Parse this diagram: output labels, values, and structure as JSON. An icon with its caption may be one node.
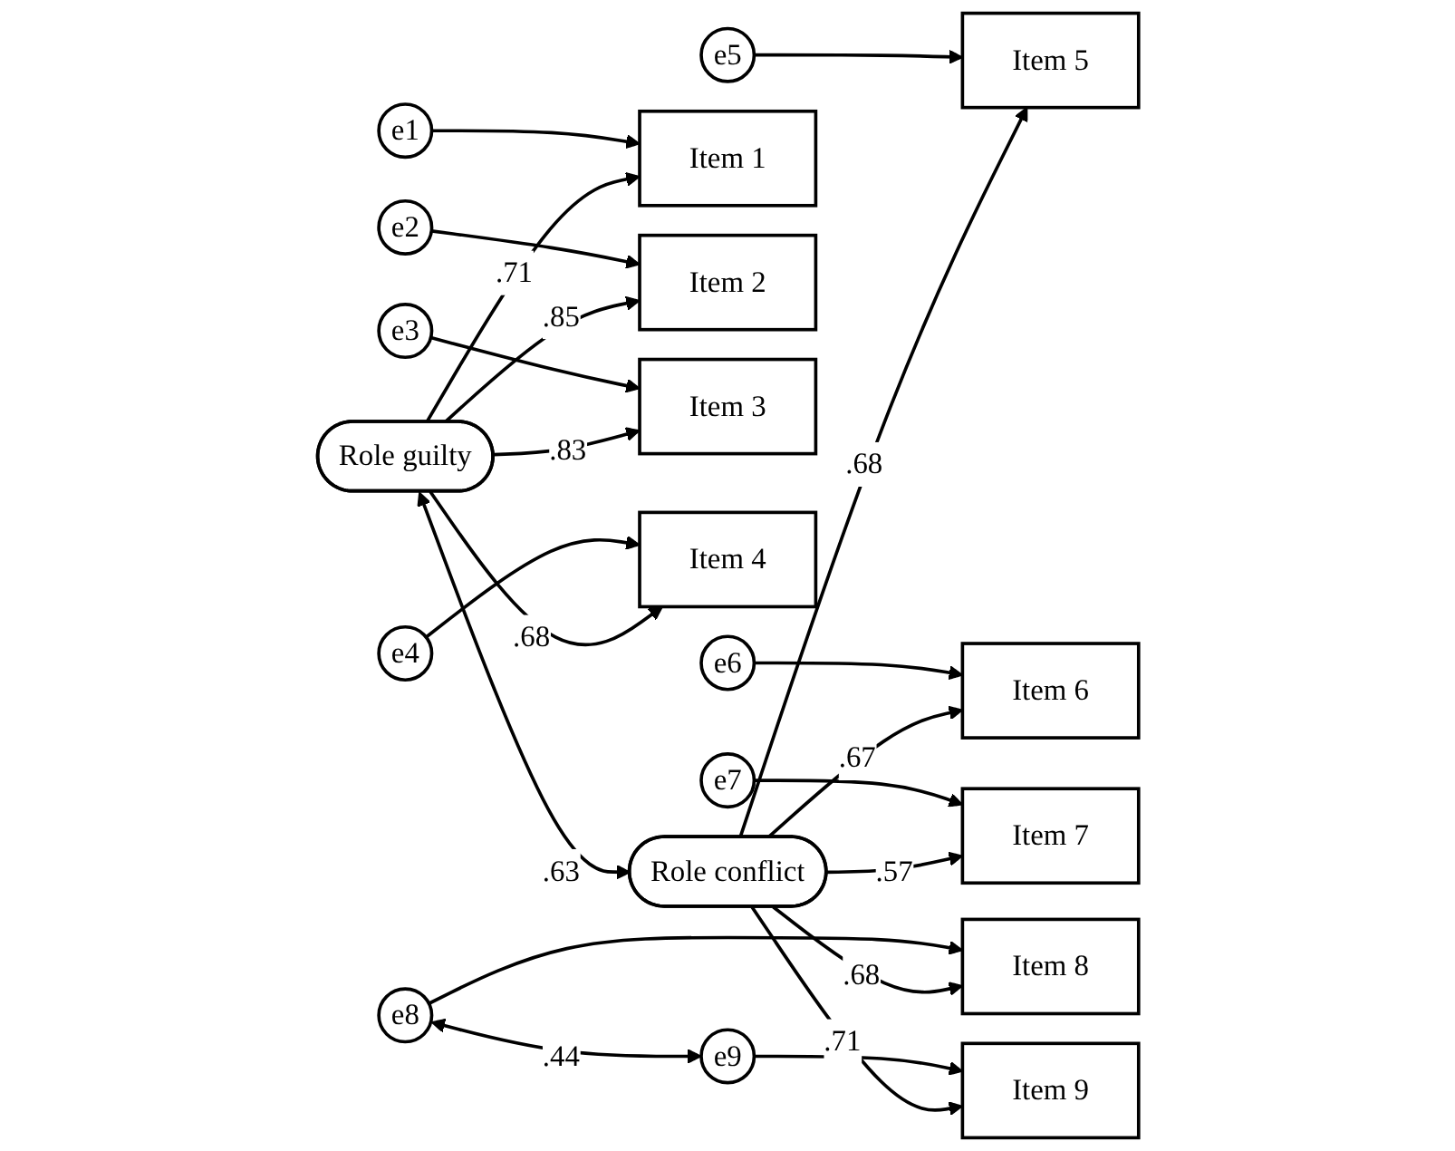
{
  "diagram": {
    "nodes": [
      {
        "text": [
          "Role guilty"
        ]
      },
      {
        "text": [
          "Role conflict"
        ]
      },
      {
        "text": [
          "Item 1"
        ]
      },
      {
        "text": [
          "Item 2"
        ]
      },
      {
        "text": [
          "Item 3"
        ]
      },
      {
        "text": [
          "Item 4"
        ]
      },
      {
        "text": [
          "Item 5"
        ]
      },
      {
        "text": [
          "Item 6"
        ]
      },
      {
        "text": [
          "Item 7"
        ]
      },
      {
        "text": [
          "Item 8"
        ]
      },
      {
        "text": [
          "Item 9"
        ]
      },
      {
        "text": [
          "e1"
        ]
      },
      {
        "text": [
          "e2"
        ]
      },
      {
        "text": [
          "e3"
        ]
      },
      {
        "text": [
          "e4"
        ]
      },
      {
        "text": [
          "e5"
        ]
      },
      {
        "text": [
          "e6"
        ]
      },
      {
        "text": [
          "e7"
        ]
      },
      {
        "text": [
          "e8"
        ]
      },
      {
        "text": [
          "e9"
        ]
      }
    ],
    "edges": [
      {
        "from": 0,
        "to": 2,
        "arrow": "to",
        "label": ".71"
      },
      {
        "from": 0,
        "to": 3,
        "arrow": "to",
        "label": ".85"
      },
      {
        "from": 0,
        "to": 4,
        "arrow": "to",
        "label": ".83"
      },
      {
        "from": 0,
        "to": 5,
        "arrow": "to",
        "label": ".68"
      },
      {
        "from": 0,
        "to": 1,
        "arrow": "both",
        "label": ".63"
      },
      {
        "from": 1,
        "to": 6,
        "arrow": "to",
        "label": ".68"
      },
      {
        "from": 1,
        "to": 7,
        "arrow": "to",
        "label": ".67"
      },
      {
        "from": 1,
        "to": 8,
        "arrow": "to",
        "label": ".57"
      },
      {
        "from": 1,
        "to": 9,
        "arrow": "to",
        "label": ".68"
      },
      {
        "from": 1,
        "to": 10,
        "arrow": "to",
        "label": ".71"
      },
      {
        "from": 11,
        "to": 2,
        "arrow": "to"
      },
      {
        "from": 12,
        "to": 3,
        "arrow": "to"
      },
      {
        "from": 13,
        "to": 4,
        "arrow": "to"
      },
      {
        "from": 14,
        "to": 5,
        "arrow": "to"
      },
      {
        "from": 15,
        "to": 6,
        "arrow": "to"
      },
      {
        "from": 16,
        "to": 7,
        "arrow": "to"
      },
      {
        "from": 17,
        "to": 8,
        "arrow": "to"
      },
      {
        "from": 18,
        "to": 9,
        "arrow": "to"
      },
      {
        "from": 19,
        "to": 10,
        "arrow": "to"
      },
      {
        "from": 18,
        "to": 19,
        "arrow": "both",
        "label": ".44"
      }
    ]
  }
}
